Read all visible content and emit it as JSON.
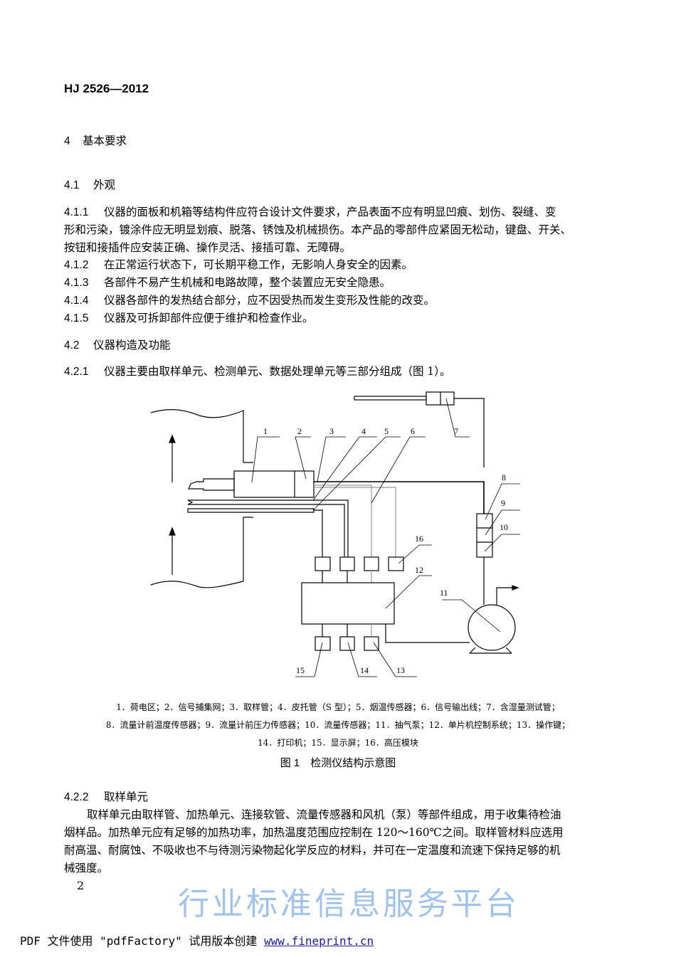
{
  "header": {
    "doc_code": "HJ 2526—2012"
  },
  "sections": {
    "s4": {
      "num": "4",
      "title": "基本要求"
    },
    "s41": {
      "num": "4.1",
      "title": "外观"
    },
    "s411": {
      "num": "4.1.1",
      "lines": [
        "仪器的面板和机箱等结构件应符合设计文件要求，产品表面不应有明显凹痕、划伤、裂缝、变",
        "形和污染，镀涂件应无明显划痕、脱落、锈蚀及机械损伤。本产品的零部件应紧固无松动，键盘、开关、",
        "按钮和接插件应安装正确、操作灵活、接插可靠、无障碍。"
      ]
    },
    "s412": {
      "num": "4.1.2",
      "text": "在正常运行状态下，可长期平稳工作，无影响人身安全的因素。"
    },
    "s413": {
      "num": "4.1.3",
      "text": "各部件不易产生机械和电路故障，整个装置应无安全隐患。"
    },
    "s414": {
      "num": "4.1.4",
      "text": "仪器各部件的发热结合部分，应不因受热而发生变形及性能的改变。"
    },
    "s415": {
      "num": "4.1.5",
      "text": "仪器及可拆卸部件应便于维护和检查作业。"
    },
    "s42": {
      "num": "4.2",
      "title": "仪器构造及功能"
    },
    "s421": {
      "num": "4.2.1",
      "text": "仪器主要由取样单元、检测单元、数据处理单元等三部分组成（图 1）。"
    },
    "s422": {
      "num": "4.2.2",
      "title": "取样单元",
      "lines": [
        "取样单元由取样管、加热单元、连接软管、流量传感器和风机（泵）等部件组成，用于收集待检油",
        "烟样品。加热单元应有足够的加热功率，加热温度范围应控制在 120～160℃之间。取样管材料应选用",
        "耐高温、耐腐蚀、不吸收也不与待测污染物起化学反应的材料，并可在一定温度和流速下保持足够的机",
        "械强度。"
      ]
    }
  },
  "figure": {
    "labels": [
      "1",
      "2",
      "3",
      "4",
      "5",
      "6",
      "7",
      "8",
      "9",
      "10",
      "11",
      "12",
      "13",
      "14",
      "15",
      "16"
    ],
    "legend": [
      "1．荷电区；2．信号捕集网；3．取样管；4．皮托管（S 型）；5．烟温传感器；6．信号输出线；7．含湿量测试管；",
      "8．流量计前温度传感器；9．流量计前压力传感器；10．流量传感器；11．抽气泵；12．单片机控制系统；13．操作键；",
      "14．打印机；15．显示屏；16．高压模块"
    ],
    "caption": "图 1　检测仪结构示意图"
  },
  "page_number": "2",
  "watermark": "行业标准信息服务平台",
  "footer": {
    "prefix": "PDF 文件使用 \"pdfFactory\" 试用版本创建 ",
    "link": "www.fineprint.cn"
  },
  "colors": {
    "watermark": "#9fc3ea",
    "link": "#1a1aa6",
    "gray_line": "#999999"
  }
}
